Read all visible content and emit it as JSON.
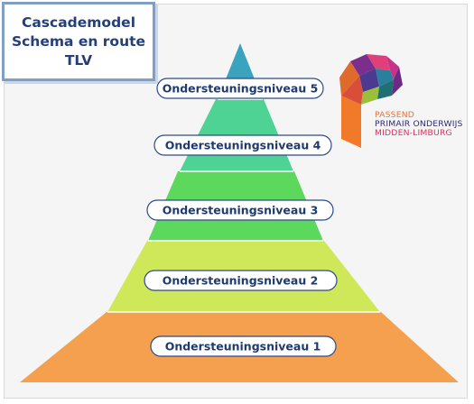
{
  "title": {
    "lines": [
      "Cascademodel",
      "Schema en route",
      "TLV"
    ]
  },
  "levels": [
    {
      "label": "Ondersteuningsniveau 5",
      "color": "#3aa3bd"
    },
    {
      "label": "Ondersteuningsniveau 4",
      "color": "#4fd395"
    },
    {
      "label": "Ondersteuningsniveau 3",
      "color": "#5cd85c"
    },
    {
      "label": "Ondersteuningsniveau 2",
      "color": "#cfe85a"
    },
    {
      "label": "Ondersteuningsniveau 1",
      "color": "#f5a04e"
    }
  ],
  "logo": {
    "line1": "PASSEND",
    "line2": "PRIMAIR ONDERWIJS",
    "line3": "MIDDEN-LIMBURG",
    "colors": {
      "line1": "#e8733a",
      "line2": "#2e2a6e",
      "line3": "#d9325e",
      "stem": "#f07a2a"
    }
  }
}
